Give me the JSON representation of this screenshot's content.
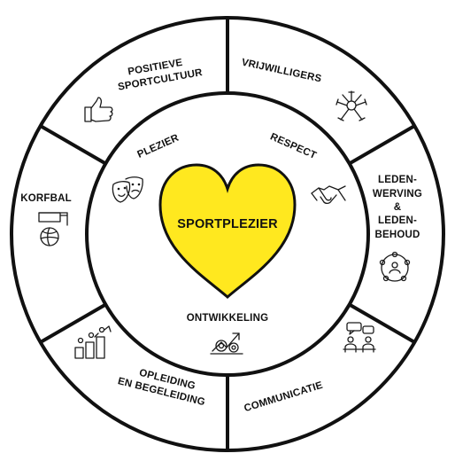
{
  "center": {
    "label": "SPORTPLEZIER",
    "heart_color": "#FFE81F"
  },
  "inner_values": {
    "plezier": "PLEZIER",
    "respect": "RESPECT",
    "ontwikkeling": "ONTWIKKELING"
  },
  "outer_segments": {
    "positieve_sportcultuur": {
      "line1": "POSITIEVE",
      "line2": "SPORTCULTUUR",
      "icon": "thumbs-up-icon"
    },
    "vrijwilligers": {
      "line1": "VRIJWILLIGERS",
      "icon": "hands-together-icon"
    },
    "ledenwerving": {
      "line1": "LEDEN-",
      "line2": "WERVING",
      "line3": "&",
      "line4": "LEDEN-",
      "line5": "BEHOUD",
      "icon": "people-network-icon"
    },
    "communicatie": {
      "line1": "COMMUNICATIE",
      "icon": "meeting-chat-icon"
    },
    "opleiding": {
      "line1": "OPLEIDING",
      "line2": "EN BEGELEIDING",
      "icon": "coaching-icon"
    },
    "korfbal": {
      "line1": "KORFBAL",
      "icon": "korfbal-basket-icon"
    }
  },
  "inner_icons": {
    "plezier": "theater-masks-icon",
    "respect": "handshake-icon",
    "ontwikkeling": "growth-arrow-icon"
  },
  "colors": {
    "stroke": "#111111",
    "background": "#ffffff",
    "heart": "#FFE81F"
  }
}
